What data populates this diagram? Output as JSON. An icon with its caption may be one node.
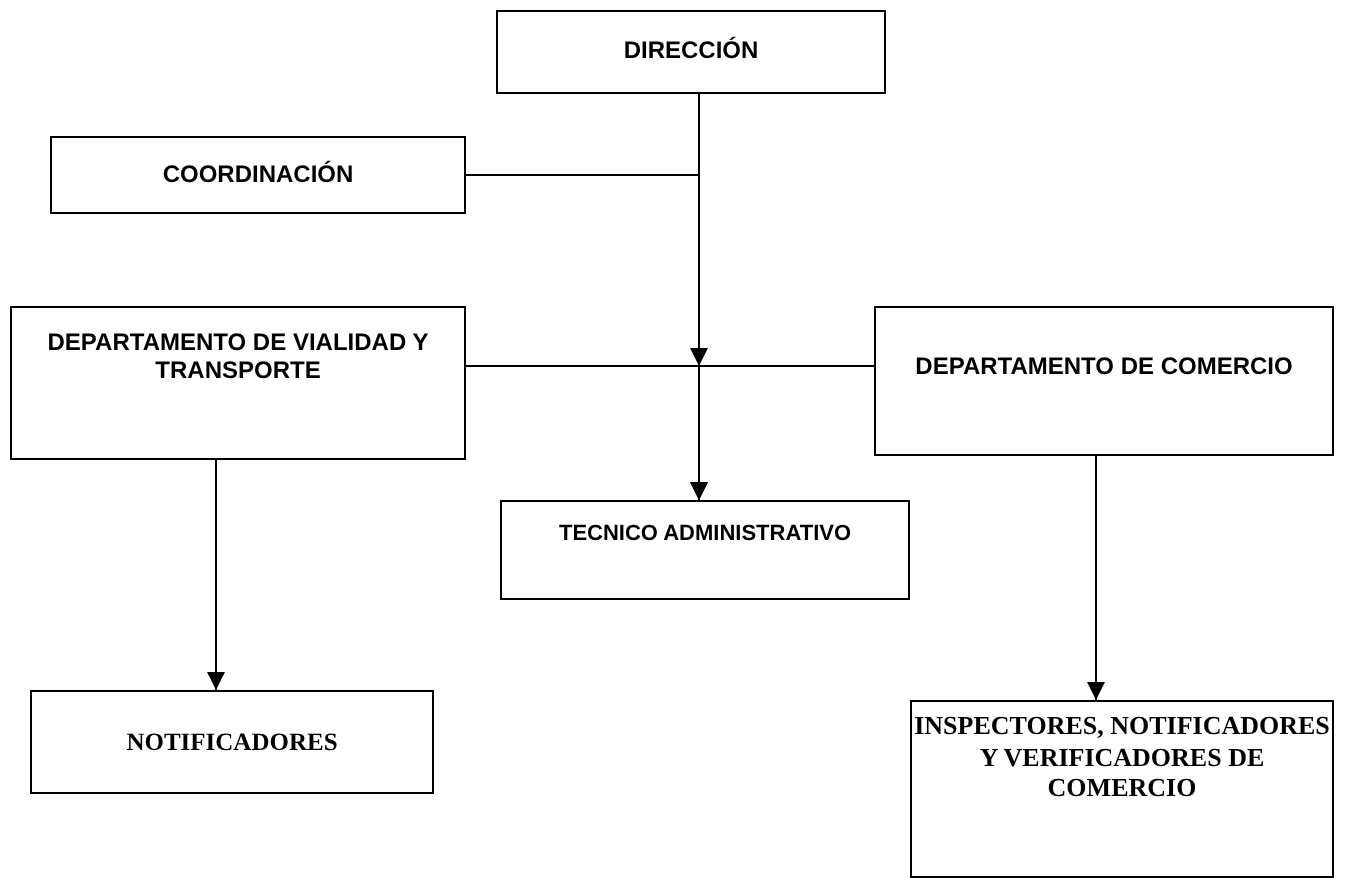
{
  "diagram": {
    "nodes": [
      {
        "text": [
          "DIRECCIÓN"
        ]
      },
      {
        "text": [
          "COORDINACIÓN"
        ]
      },
      {
        "text": [
          "DEPARTAMENTO DE VIALIDAD Y TRANSPORTE"
        ]
      },
      {
        "text": [
          "DEPARTAMENTO DE COMERCIO"
        ]
      },
      {
        "text": [
          "TECNICO ADMINISTRATIVO"
        ]
      },
      {
        "text": [
          "NOTIFICADORES"
        ]
      },
      {
        "text": [
          "INSPECTORES, NOTIFICADORES Y VERIFICADORES DE COMERCIO"
        ]
      }
    ],
    "edges": [
      {
        "from": 0,
        "to": 4,
        "arrow": "to"
      },
      {
        "from": 1,
        "to": 4,
        "arrow": "to"
      },
      {
        "from": 2,
        "to": 3,
        "arrow": "none"
      },
      {
        "from": 2,
        "to": 5,
        "arrow": "to"
      },
      {
        "from": 3,
        "to": 6,
        "arrow": "to"
      }
    ]
  }
}
